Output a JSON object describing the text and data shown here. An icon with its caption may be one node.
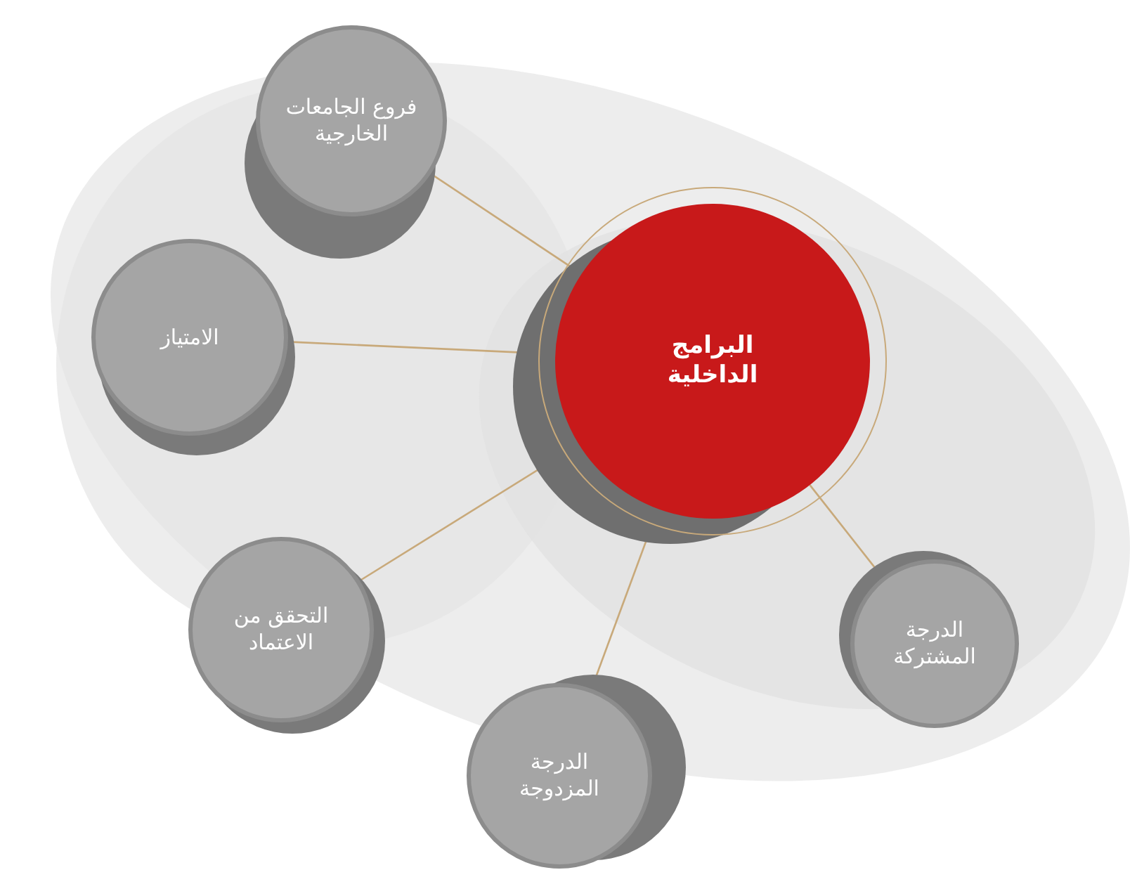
{
  "diagram": {
    "nodes": [
      {
        "text": [
          "البرامج الداخلية"
        ]
      },
      {
        "text": [
          "فروع الجامعات الخارجية"
        ]
      },
      {
        "text": [
          "الامتياز"
        ]
      },
      {
        "text": [
          "التحقق من الاعتماد"
        ]
      },
      {
        "text": [
          "الدرجة المزدوجة"
        ]
      },
      {
        "text": [
          "الدرجة المشتركة"
        ]
      }
    ],
    "edges": [
      {
        "from": 1,
        "to": 0,
        "arrow": "none"
      },
      {
        "from": 2,
        "to": 0,
        "arrow": "none"
      },
      {
        "from": 3,
        "to": 0,
        "arrow": "none"
      },
      {
        "from": 4,
        "to": 0,
        "arrow": "none"
      },
      {
        "from": 5,
        "to": 0,
        "arrow": "none"
      }
    ]
  }
}
